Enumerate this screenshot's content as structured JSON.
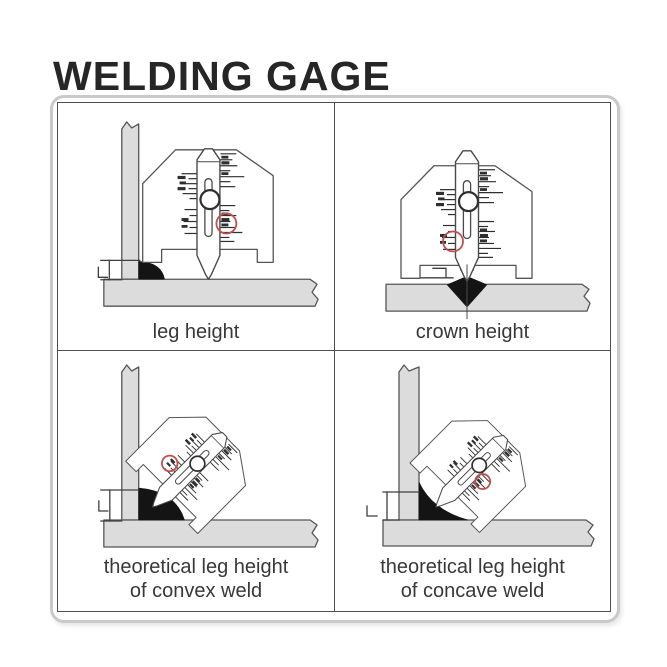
{
  "title": "WELDING GAGE",
  "panels": {
    "leg_height": {
      "caption_lines": [
        "leg height",
        ""
      ]
    },
    "crown_height": {
      "caption_lines": [
        "crown height",
        ""
      ]
    },
    "convex": {
      "caption_lines": [
        "theoretical leg height",
        "of convex weld"
      ]
    },
    "concave": {
      "caption_lines": [
        "theoretical leg height",
        "of concave weld"
      ]
    }
  },
  "colors": {
    "annotation_red": "#c0504d",
    "plate_gray": "#dcdcdc",
    "line_dark": "#4a4a4a",
    "weld_black": "#141414",
    "frame_border": "#c9c9c9"
  }
}
